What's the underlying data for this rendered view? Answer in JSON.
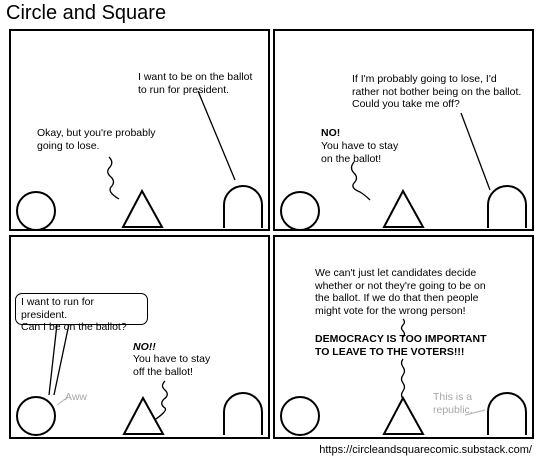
{
  "title": "Circle and Square",
  "footer": "https://circleandsquarecomic.substack.com/",
  "panels": [
    {
      "square_text": "I want to be on the ballot\nto run for president.",
      "triangle_text": "Okay, but you're probably\ngoing to lose."
    },
    {
      "square_text": "If I'm probably going to lose, I'd\nrather not bother being on the ballot.\nCould you take me off?",
      "triangle_exclaim": "NO!",
      "triangle_text": "You have to stay\non the ballot!"
    },
    {
      "circle_text": "I want to run for president.\nCan I be on the ballot?",
      "circle_aside": "Aww",
      "triangle_exclaim": "NO!!",
      "triangle_text": "You have to stay\noff the ballot!"
    },
    {
      "top_text": "We can't just let candidates decide\nwhether or not they're going to be on\nthe ballot. If we do that then people\nmight vote for the wrong person!",
      "shout_text": "DEMOCRACY IS TOO IMPORTANT\nTO LEAVE TO THE VOTERS!!!",
      "square_aside": "This is a\nrepublic."
    }
  ]
}
